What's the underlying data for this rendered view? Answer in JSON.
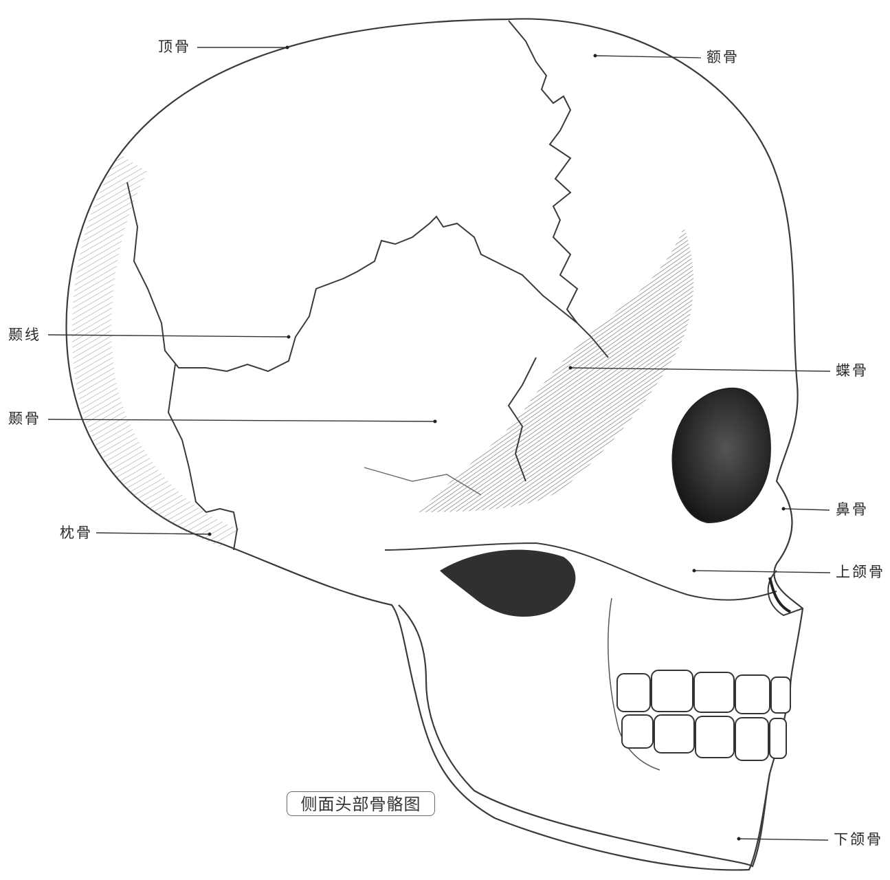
{
  "labels": {
    "parietal": "顶骨",
    "frontal": "额骨",
    "temporal_line": "颞线",
    "sphenoid": "蝶骨",
    "temporal": "颞骨",
    "nasal": "鼻骨",
    "occipital": "枕骨",
    "maxilla": "上颌骨",
    "mandible": "下颌骨"
  },
  "caption": "侧面头部骨骼图"
}
